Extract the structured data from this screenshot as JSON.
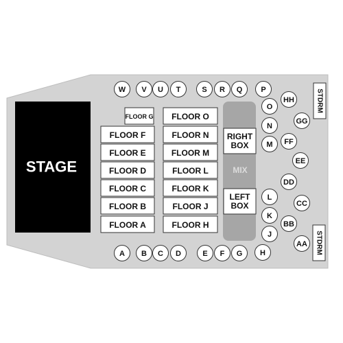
{
  "colors": {
    "venue_floor": "#d3d3d3",
    "stage": "#000000",
    "booth": "#a6a6a6",
    "mix_label": "#dcdcdc"
  },
  "stage": {
    "label": "STAGE"
  },
  "mix": {
    "label": "MIX"
  },
  "boxes": [
    {
      "id": "right-box",
      "lines": [
        "RIGHT",
        "BOX"
      ]
    },
    {
      "id": "left-box",
      "lines": [
        "LEFT",
        "BOX"
      ]
    }
  ],
  "standing_rooms": [
    {
      "id": "stdrm-top",
      "label": "STDRM"
    },
    {
      "id": "stdrm-bottom",
      "label": "STDRM"
    }
  ],
  "floor_sections": [
    {
      "id": "floor-g",
      "label": "FLOOR G"
    },
    {
      "id": "floor-f",
      "label": "FLOOR F"
    },
    {
      "id": "floor-e",
      "label": "FLOOR E"
    },
    {
      "id": "floor-d",
      "label": "FLOOR D"
    },
    {
      "id": "floor-c",
      "label": "FLOOR C"
    },
    {
      "id": "floor-b",
      "label": "FLOOR B"
    },
    {
      "id": "floor-a",
      "label": "FLOOR A"
    },
    {
      "id": "floor-o",
      "label": "FLOOR O"
    },
    {
      "id": "floor-n",
      "label": "FLOOR N"
    },
    {
      "id": "floor-m",
      "label": "FLOOR M"
    },
    {
      "id": "floor-l",
      "label": "FLOOR L"
    },
    {
      "id": "floor-k",
      "label": "FLOOR K"
    },
    {
      "id": "floor-j",
      "label": "FLOOR J"
    },
    {
      "id": "floor-h",
      "label": "FLOOR H"
    }
  ],
  "tables": [
    "W",
    "V",
    "U",
    "T",
    "S",
    "R",
    "Q",
    "P",
    "HH",
    "O",
    "GG",
    "N",
    "FF",
    "M",
    "EE",
    "DD",
    "L",
    "CC",
    "K",
    "BB",
    "J",
    "AA",
    "H",
    "A",
    "B",
    "C",
    "D",
    "E",
    "F",
    "G"
  ]
}
